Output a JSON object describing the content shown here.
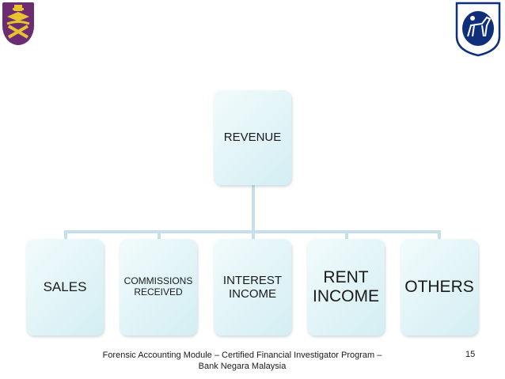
{
  "org_chart": {
    "root": {
      "label": "REVENUE"
    },
    "children": [
      {
        "label": "SALES"
      },
      {
        "label": "COMMISSIONS\nRECEIVED"
      },
      {
        "label": "INTEREST\nINCOME"
      },
      {
        "label": "RENT\nINCOME"
      },
      {
        "label": "OTHERS"
      }
    ]
  },
  "footer": {
    "text": "Forensic Accounting Module – Certified Financial Investigator Program –\nBank Negara Malaysia",
    "page_number": "15"
  },
  "colors": {
    "box_gradient_start": "#f2fbfc",
    "box_gradient_end": "#d3eef3",
    "connector": "#c5e0e7",
    "left_logo": "#6b2c72",
    "right_logo": "#0f2f7a"
  },
  "icons": [
    "university-crest-logo",
    "deer-emblem-logo"
  ]
}
